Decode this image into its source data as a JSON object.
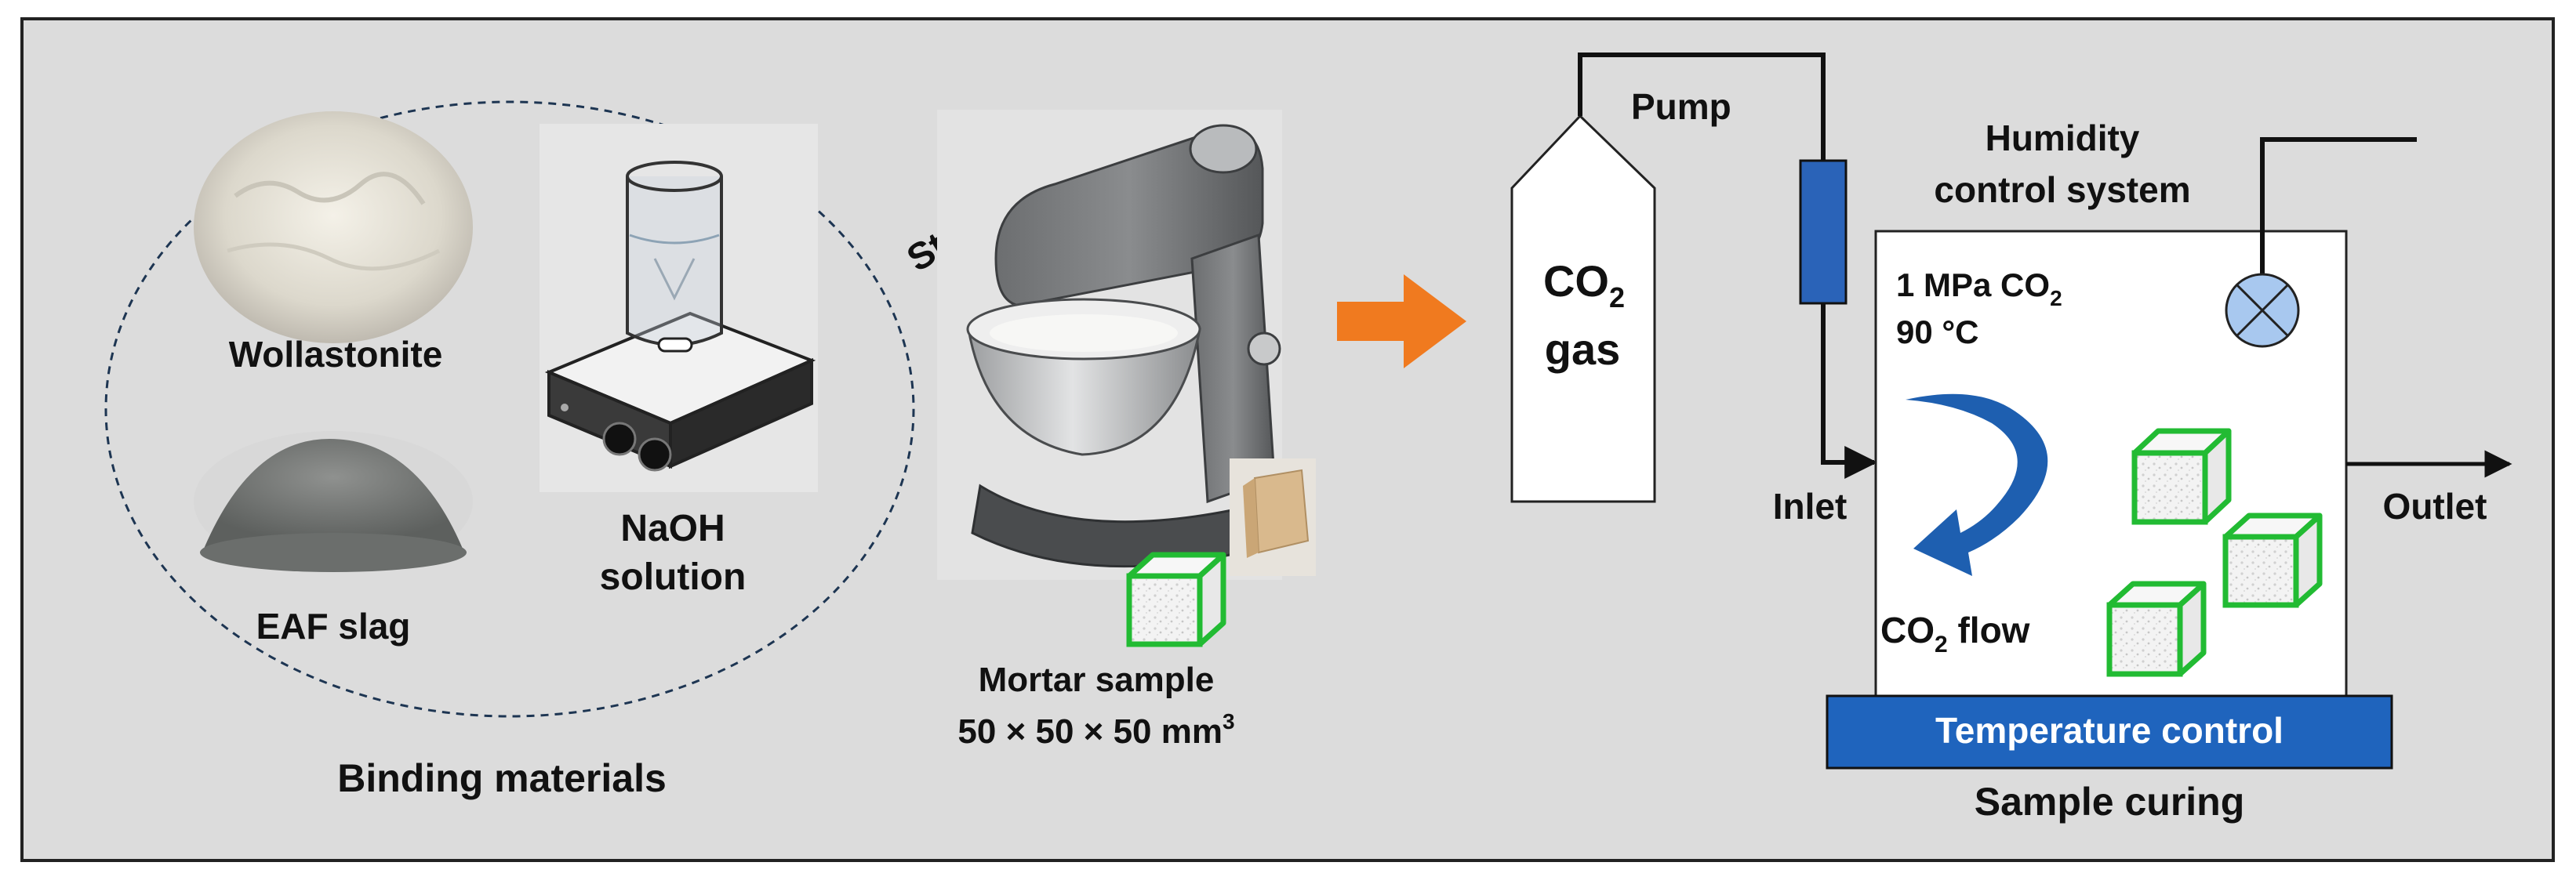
{
  "panel": {
    "background": "#dcdcdc",
    "border": "#222222"
  },
  "binding": {
    "items": {
      "wollastonite": "Wollastonite",
      "slag": "EAF slag",
      "naoh_line1": "NaOH",
      "naoh_line2": "solution"
    },
    "caption": "Binding materials"
  },
  "mixing": {
    "mixer_label": "Stand mixer",
    "sample_label": "Mortar sample",
    "sample_size": "50 × 50 × 50 mm",
    "sample_size_sup": "3"
  },
  "curing": {
    "gas_co": "CO",
    "gas_sub": "2",
    "gas_word": "gas",
    "pump": "Pump",
    "humidity_line1": "Humidity",
    "humidity_line2": "control system",
    "cond_pressure": "1 MPa CO",
    "cond_sub": "2",
    "cond_temp": "90 °C",
    "inlet": "Inlet",
    "outlet": "Outlet",
    "flow_co": "CO",
    "flow_sub": "2",
    "flow_word": " flow",
    "temperature_control": "Temperature control",
    "caption": "Sample curing"
  },
  "colors": {
    "arrow": "#f07a1f",
    "cube_edge": "#22bb33",
    "pump": "#2a63b8",
    "temp_bar": "#1f64bd",
    "flow_arrow": "#1e5fb0",
    "valve": "#a8c8ef"
  },
  "icons": [
    "powder-pile",
    "slag-pile",
    "beaker-on-stirrer",
    "stand-mixer",
    "mortar-cube",
    "gas-cylinder",
    "pump",
    "valve-icon",
    "circular-flow-arrow"
  ]
}
